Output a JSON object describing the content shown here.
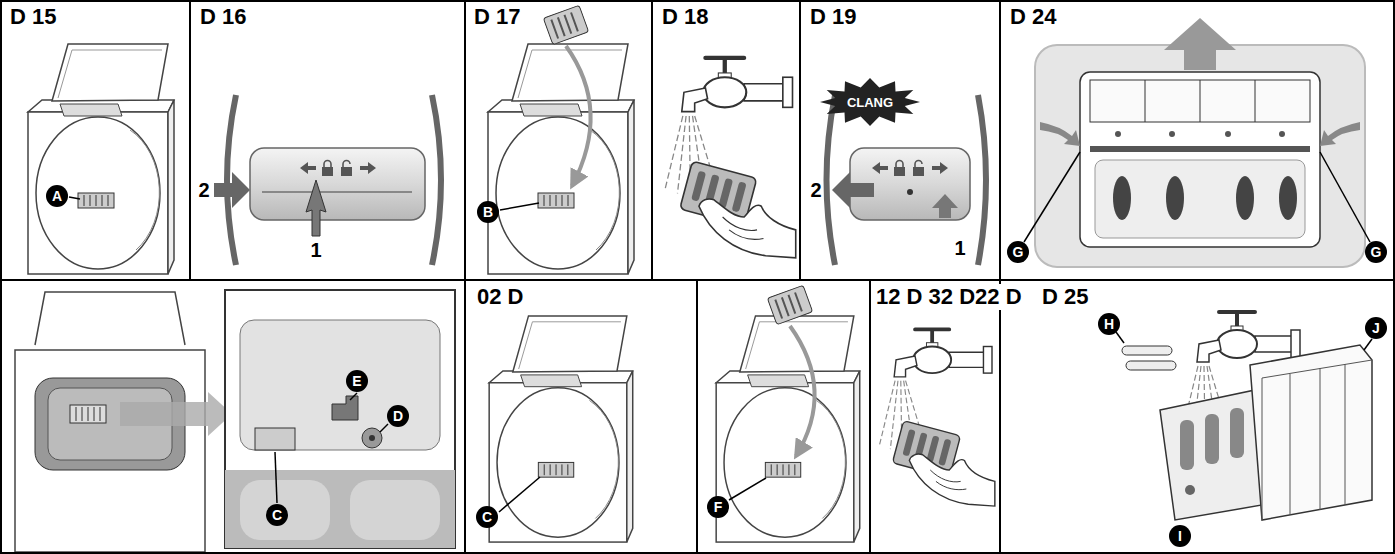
{
  "diagram": {
    "labels": [
      "D 15",
      "D 16",
      "D 17",
      "D 18",
      "D 19",
      "D 24",
      "A",
      "2",
      "1",
      "B",
      "CLANG",
      "2",
      "1",
      "G",
      "G",
      "C",
      "E",
      "D",
      "02 D",
      "C",
      "F",
      "12 D 32 D22 D",
      "D 25",
      "H",
      "I",
      "J"
    ]
  }
}
